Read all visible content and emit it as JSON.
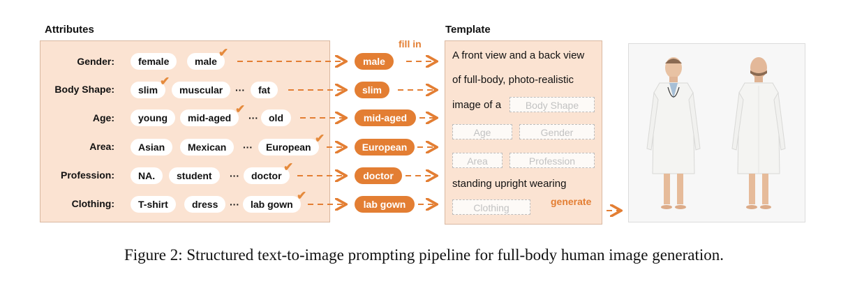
{
  "headings": {
    "attributes": "Attributes",
    "template": "Template"
  },
  "rows": [
    {
      "label": "Gender:",
      "options": [
        "female",
        "male"
      ],
      "has_ellipsis": false,
      "selected": "male"
    },
    {
      "label": "Body Shape:",
      "options": [
        "slim",
        "muscular",
        "fat"
      ],
      "has_ellipsis": true,
      "selected": "slim"
    },
    {
      "label": "Age:",
      "options": [
        "young",
        "mid-aged",
        "old"
      ],
      "has_ellipsis": true,
      "selected": "mid-aged"
    },
    {
      "label": "Area:",
      "options": [
        "Asian",
        "Mexican",
        "European"
      ],
      "has_ellipsis": true,
      "selected": "European"
    },
    {
      "label": "Profession:",
      "options": [
        "NA.",
        "student",
        "doctor"
      ],
      "has_ellipsis": true,
      "selected": "doctor"
    },
    {
      "label": "Clothing:",
      "options": [
        "T-shirt",
        "dress",
        "lab gown"
      ],
      "has_ellipsis": true,
      "selected": "lab gown"
    }
  ],
  "ellipsis": "···",
  "fill_in_label": "fill in",
  "generate_label": "generate",
  "template": {
    "line1": "A front view and a back view",
    "line2": "of full-body, photo-realistic",
    "line3": "image of a",
    "line4": "standing upright wearing",
    "slots": {
      "body_shape": "Body Shape",
      "age": "Age",
      "gender": "Gender",
      "area": "Area",
      "profession": "Profession",
      "clothing": "Clothing"
    }
  },
  "caption": "Figure 2: Structured text-to-image prompting pipeline for full-body human image generation.",
  "colors": {
    "accent": "#e37e33",
    "panel": "#fbe3d2",
    "slot_border": "#bdbdbd"
  }
}
